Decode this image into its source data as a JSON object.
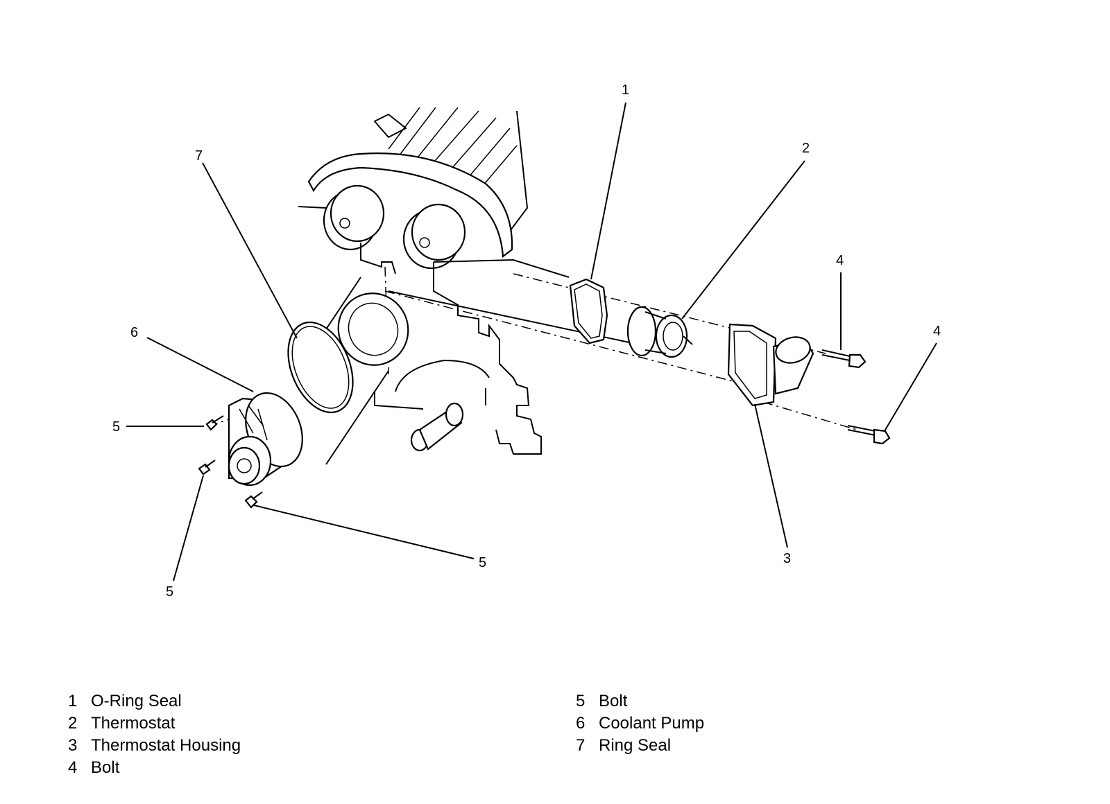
{
  "callouts": [
    "1",
    "2",
    "3",
    "4",
    "4",
    "5",
    "5",
    "5",
    "6",
    "7"
  ],
  "legend": [
    {
      "num": "1",
      "label": "O-Ring Seal"
    },
    {
      "num": "2",
      "label": "Thermostat"
    },
    {
      "num": "3",
      "label": "Thermostat Housing"
    },
    {
      "num": "4",
      "label": "Bolt"
    },
    {
      "num": "5",
      "label": "Bolt"
    },
    {
      "num": "6",
      "label": "Coolant Pump"
    },
    {
      "num": "7",
      "label": "Ring Seal"
    }
  ]
}
